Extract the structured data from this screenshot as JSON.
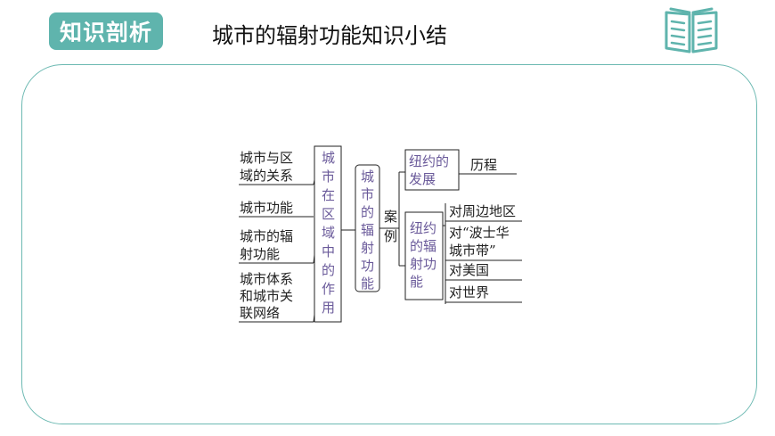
{
  "header": {
    "badge": "知识剖析",
    "title": "城市的辐射功能知识小结",
    "icon": "open-book-icon",
    "accent_color": "#5fb4ad"
  },
  "diagram": {
    "left_items": [
      [
        "城市与区",
        "域的关系"
      ],
      [
        "城市功能"
      ],
      [
        "城市的辐",
        "射功能"
      ],
      [
        "城市体系",
        "和城市关",
        "联网络"
      ]
    ],
    "middle_box": [
      "城",
      "市",
      "在",
      "区",
      "域",
      "中",
      "的",
      "作",
      "用"
    ],
    "center_box": [
      "城",
      "市",
      "的",
      "辐",
      "射",
      "功",
      "能"
    ],
    "case_label": [
      "案",
      "例"
    ],
    "dev_box": [
      "纽约的",
      "发展"
    ],
    "dev_item": "历程",
    "rad_box": [
      "纽约",
      "的辐",
      "射功",
      "能"
    ],
    "rad_items": [
      [
        "对周边地区"
      ],
      [
        "对“波士华",
        "城市带”"
      ],
      [
        "对美国"
      ],
      [
        "对世界"
      ]
    ],
    "text_color": "#222222",
    "box_text_color": "#6a5a9a"
  }
}
